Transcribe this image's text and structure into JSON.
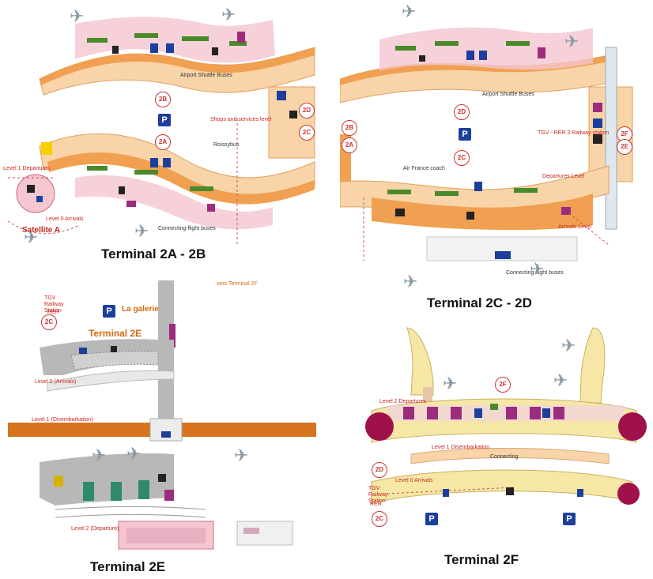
{
  "panels": {
    "t2ab": {
      "caption": "Terminal 2A - 2B",
      "terminal_b": "2B",
      "terminal_a": "2A",
      "terminal_c": "2C",
      "terminal_d": "2D",
      "level1_departures": "Level 1 Departures",
      "level0_arrivals": "Level 0 Arrivals",
      "satellite": "Satellite A",
      "shops_level": "Shops and services level",
      "shuttle_buses": "Airport Shuttle Buses",
      "roissybus": "Roissybus",
      "connecting": "Connecting flight buses",
      "parking": "P"
    },
    "t2cd": {
      "caption": "Terminal 2C - 2D",
      "terminal_d": "2D",
      "terminal_c": "2C",
      "terminal_b": "2B",
      "terminal_a": "2A",
      "terminal_f": "2F",
      "terminal_e": "2E",
      "tgv": "TGV - RER 2 Railway station",
      "departures_level": "Departures Level",
      "arrivals_level": "Arrivals Level",
      "shuttle_buses": "Airport Shuttle Buses",
      "af_coach": "Air France coach",
      "connecting": "Connecting flight buses",
      "parking": "P"
    },
    "t2e": {
      "caption": "Terminal 2E",
      "title": "Terminal  2E",
      "galerie": "La galerie",
      "vers": "vers Terminal 2F",
      "tgv": "TGV Railway Station",
      "rer": "RER",
      "terminal_c": "2C",
      "level0": "Level 0 (Arrivals)",
      "level1": "Level 1 (Disembarkation)",
      "level2": "Level 2 (Departure)",
      "parking": "P"
    },
    "t2f": {
      "caption": "Terminal 2F",
      "terminal_f": "2F",
      "terminal_d": "2D",
      "terminal_c": "2C",
      "level2": "Level 2 Departures",
      "level1": "Level 1 Disembarkation",
      "level0": "Level 0 Arrivals",
      "tgv": "TGV Railway Station",
      "rer": "RER",
      "connecting": "Connecting",
      "parking": "P"
    }
  },
  "colors": {
    "hall_orange": "#f0a050",
    "hall_peach": "#f8d4a8",
    "floor_pink": "#f4c6cf",
    "shop_green": "#4a8a2a",
    "accent_purple": "#9c2c7e",
    "sign_blue": "#1c3f9c",
    "gray_floor": "#b8b8b8",
    "yellow_pier": "#f6e7a6",
    "text_red": "#c8261e"
  }
}
